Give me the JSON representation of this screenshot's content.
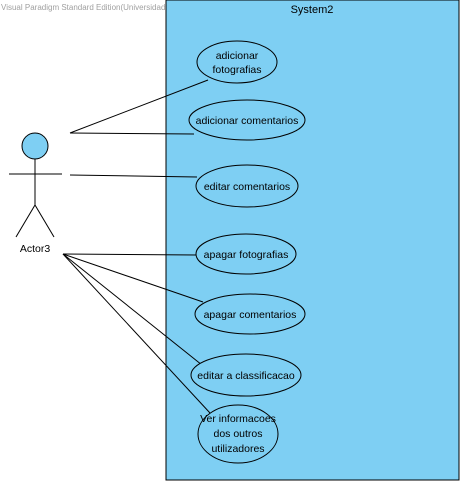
{
  "watermark": "Visual Paradigm Standard Edition(Universidade do Minho)",
  "system": {
    "title": "System2"
  },
  "actor": {
    "name": "Actor3"
  },
  "use_cases": [
    {
      "id": "uc1",
      "lines": [
        "adicionar",
        "fotografias"
      ]
    },
    {
      "id": "uc2",
      "lines": [
        "adicionar comentarios"
      ]
    },
    {
      "id": "uc3",
      "lines": [
        "editar comentarios"
      ]
    },
    {
      "id": "uc4",
      "lines": [
        "apagar fotografias"
      ]
    },
    {
      "id": "uc5",
      "lines": [
        "apagar comentarios"
      ]
    },
    {
      "id": "uc6",
      "lines": [
        "editar a classificacao"
      ]
    },
    {
      "id": "uc7",
      "lines": [
        "Ver informacoes",
        "dos outros",
        "utilizadores"
      ]
    }
  ],
  "colors": {
    "system_fill": "#7ecff3",
    "actor_head_fill": "#7ecff3",
    "use_case_fill": "#7ecff3",
    "stroke": "#000000",
    "watermark": "#a0a0a0"
  }
}
